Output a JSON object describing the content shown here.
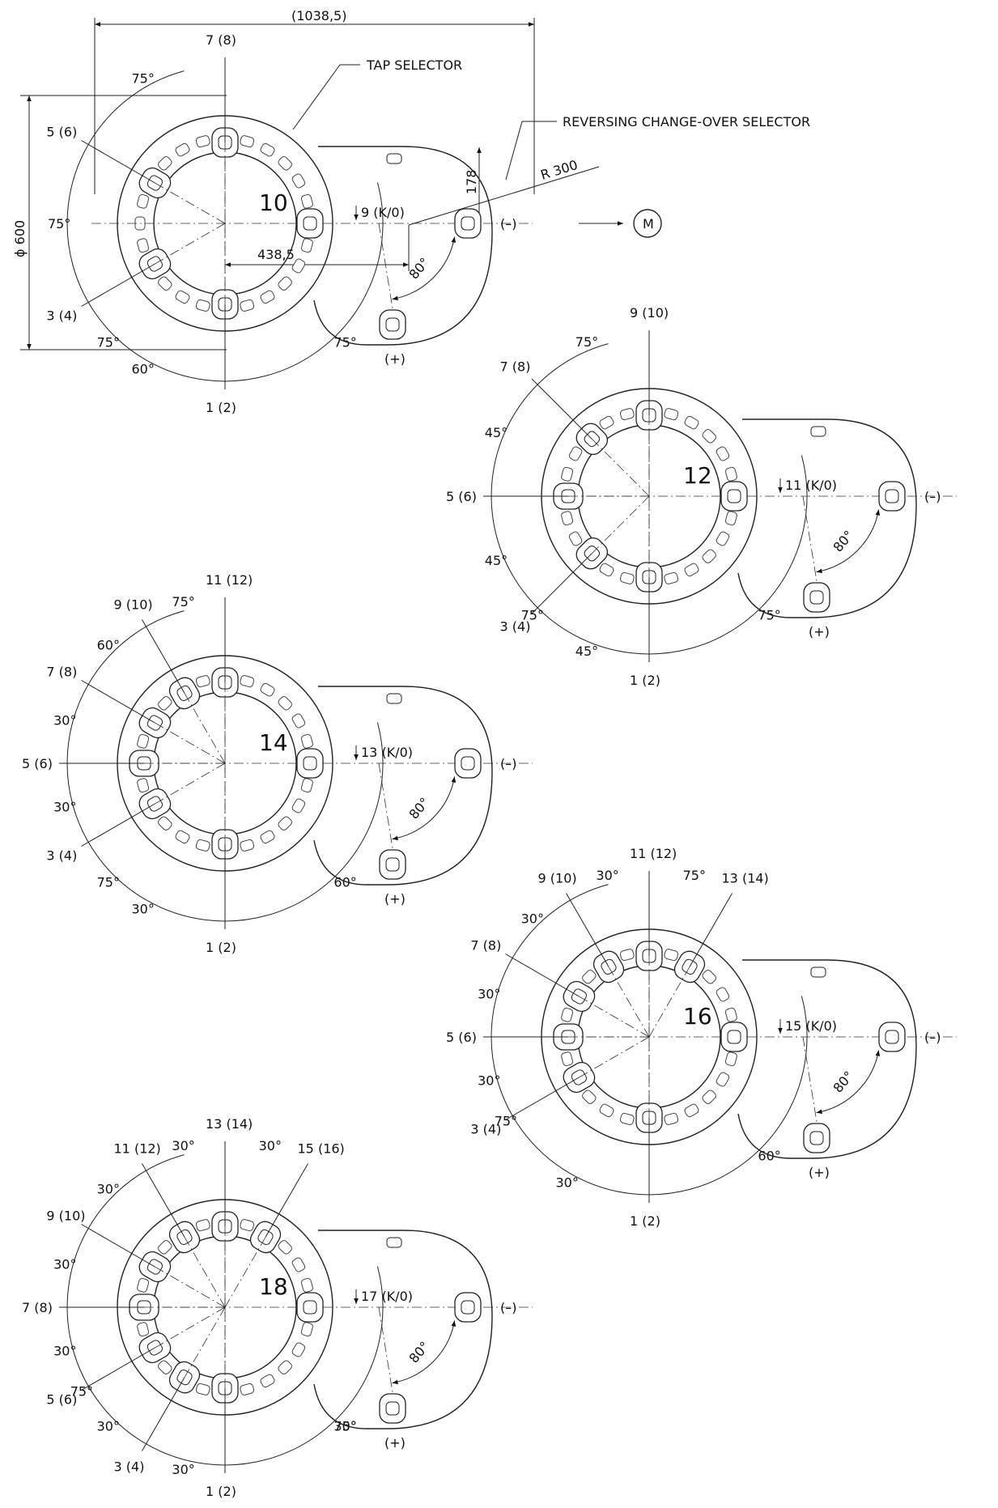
{
  "overall_dim": "(1038,5)",
  "diameter_dim": "ϕ 600",
  "tap_selector_label": "TAP SELECTOR",
  "reversing_label": "REVERSING CHANGE-OVER SELECTOR",
  "radius_dim": "R 300",
  "offset_dim": "438,5",
  "height_dim": "178",
  "motor_label": "M",
  "minus_label": "(–)",
  "plus_label": "(+)",
  "angle_80": "80°",
  "diagrams": [
    {
      "name": "10",
      "ko": "9 (K/0)",
      "contacts": [
        "1 (2)",
        "3 (4)",
        "5 (6)",
        "7 (8)"
      ],
      "angles": [
        "75°",
        "60°",
        "75°",
        "75°",
        "75°"
      ]
    },
    {
      "name": "12",
      "ko": "11 (K/0)",
      "contacts": [
        "1 (2)",
        "3 (4)",
        "5 (6)",
        "7 (8)",
        "9 (10)"
      ],
      "angles": [
        "75°",
        "45°",
        "45°",
        "45°",
        "75°",
        "75°"
      ]
    },
    {
      "name": "14",
      "ko": "13 (K/0)",
      "contacts": [
        "1 (2)",
        "3 (4)",
        "5 (6)",
        "7 (8)",
        "9 (10)",
        "11 (12)"
      ],
      "angles": [
        "60°",
        "30°",
        "30°",
        "30°",
        "60°",
        "75°",
        "75°"
      ]
    },
    {
      "name": "16",
      "ko": "15 (K/0)",
      "contacts": [
        "1 (2)",
        "3 (4)",
        "5 (6)",
        "7 (8)",
        "9 (10)",
        "11 (12)",
        "13 (14)"
      ],
      "angles": [
        "60°",
        "30°",
        "30°",
        "30°",
        "30°",
        "30°",
        "75°",
        "75°"
      ]
    },
    {
      "name": "18",
      "ko": "17 (K/0)",
      "contacts": [
        "1 (2)",
        "3 (4)",
        "5 (6)",
        "7 (8)",
        "9 (10)",
        "11 (12)",
        "13 (14)",
        "15 (16)"
      ],
      "angles": [
        "30°",
        "30°",
        "30°",
        "30°",
        "30°",
        "30°",
        "30°",
        "30°",
        "75°",
        "75°"
      ]
    }
  ]
}
